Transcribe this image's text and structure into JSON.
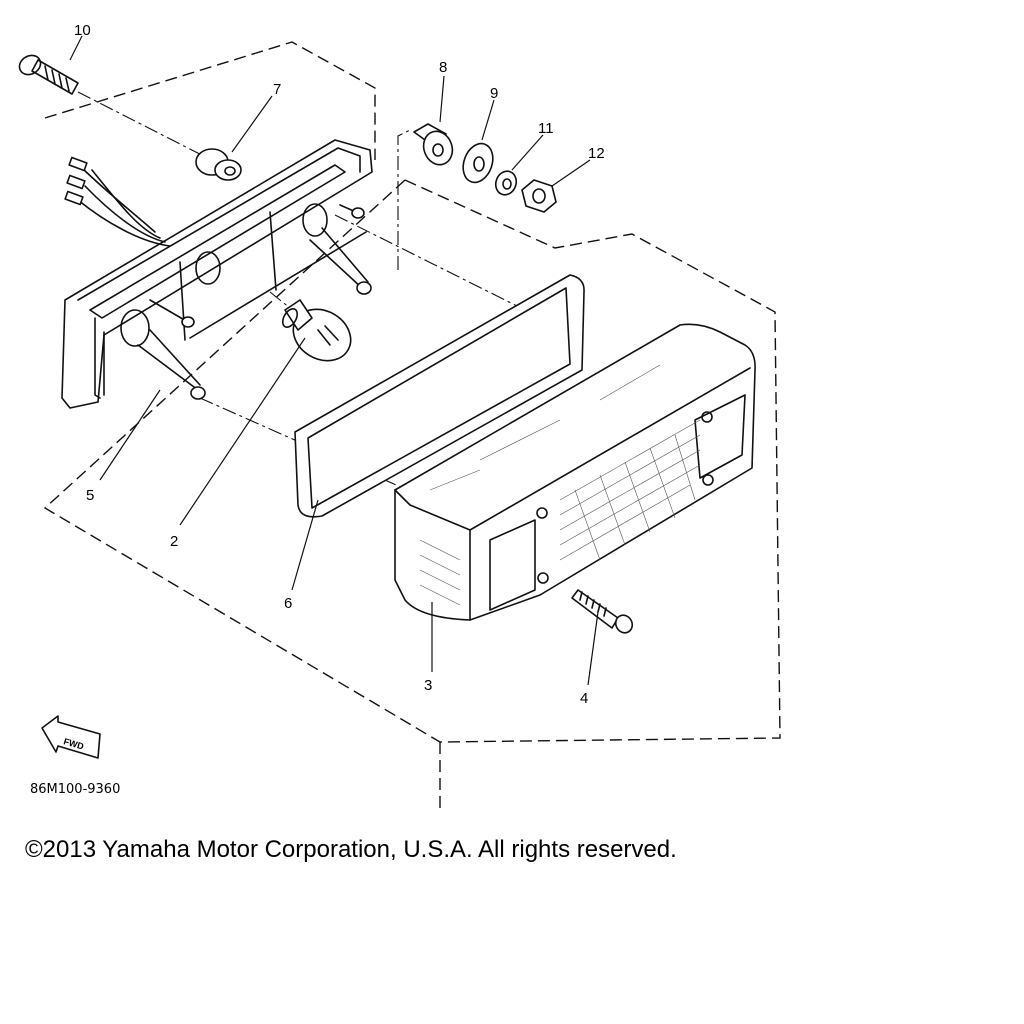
{
  "diagram": {
    "callouts": [
      {
        "id": "c10",
        "text": "10"
      },
      {
        "id": "c7",
        "text": "7"
      },
      {
        "id": "c8",
        "text": "8"
      },
      {
        "id": "c9",
        "text": "9"
      },
      {
        "id": "c11",
        "text": "11"
      },
      {
        "id": "c12",
        "text": "12"
      },
      {
        "id": "c5",
        "text": "5"
      },
      {
        "id": "c2",
        "text": "2"
      },
      {
        "id": "c6",
        "text": "6"
      },
      {
        "id": "c3",
        "text": "3"
      },
      {
        "id": "c4",
        "text": "4"
      }
    ],
    "fwd_label": "FWD",
    "diagram_code": "86M100-9360"
  },
  "footer": {
    "copyright": "©2013 Yamaha Motor Corporation, U.S.A. All rights reserved."
  }
}
